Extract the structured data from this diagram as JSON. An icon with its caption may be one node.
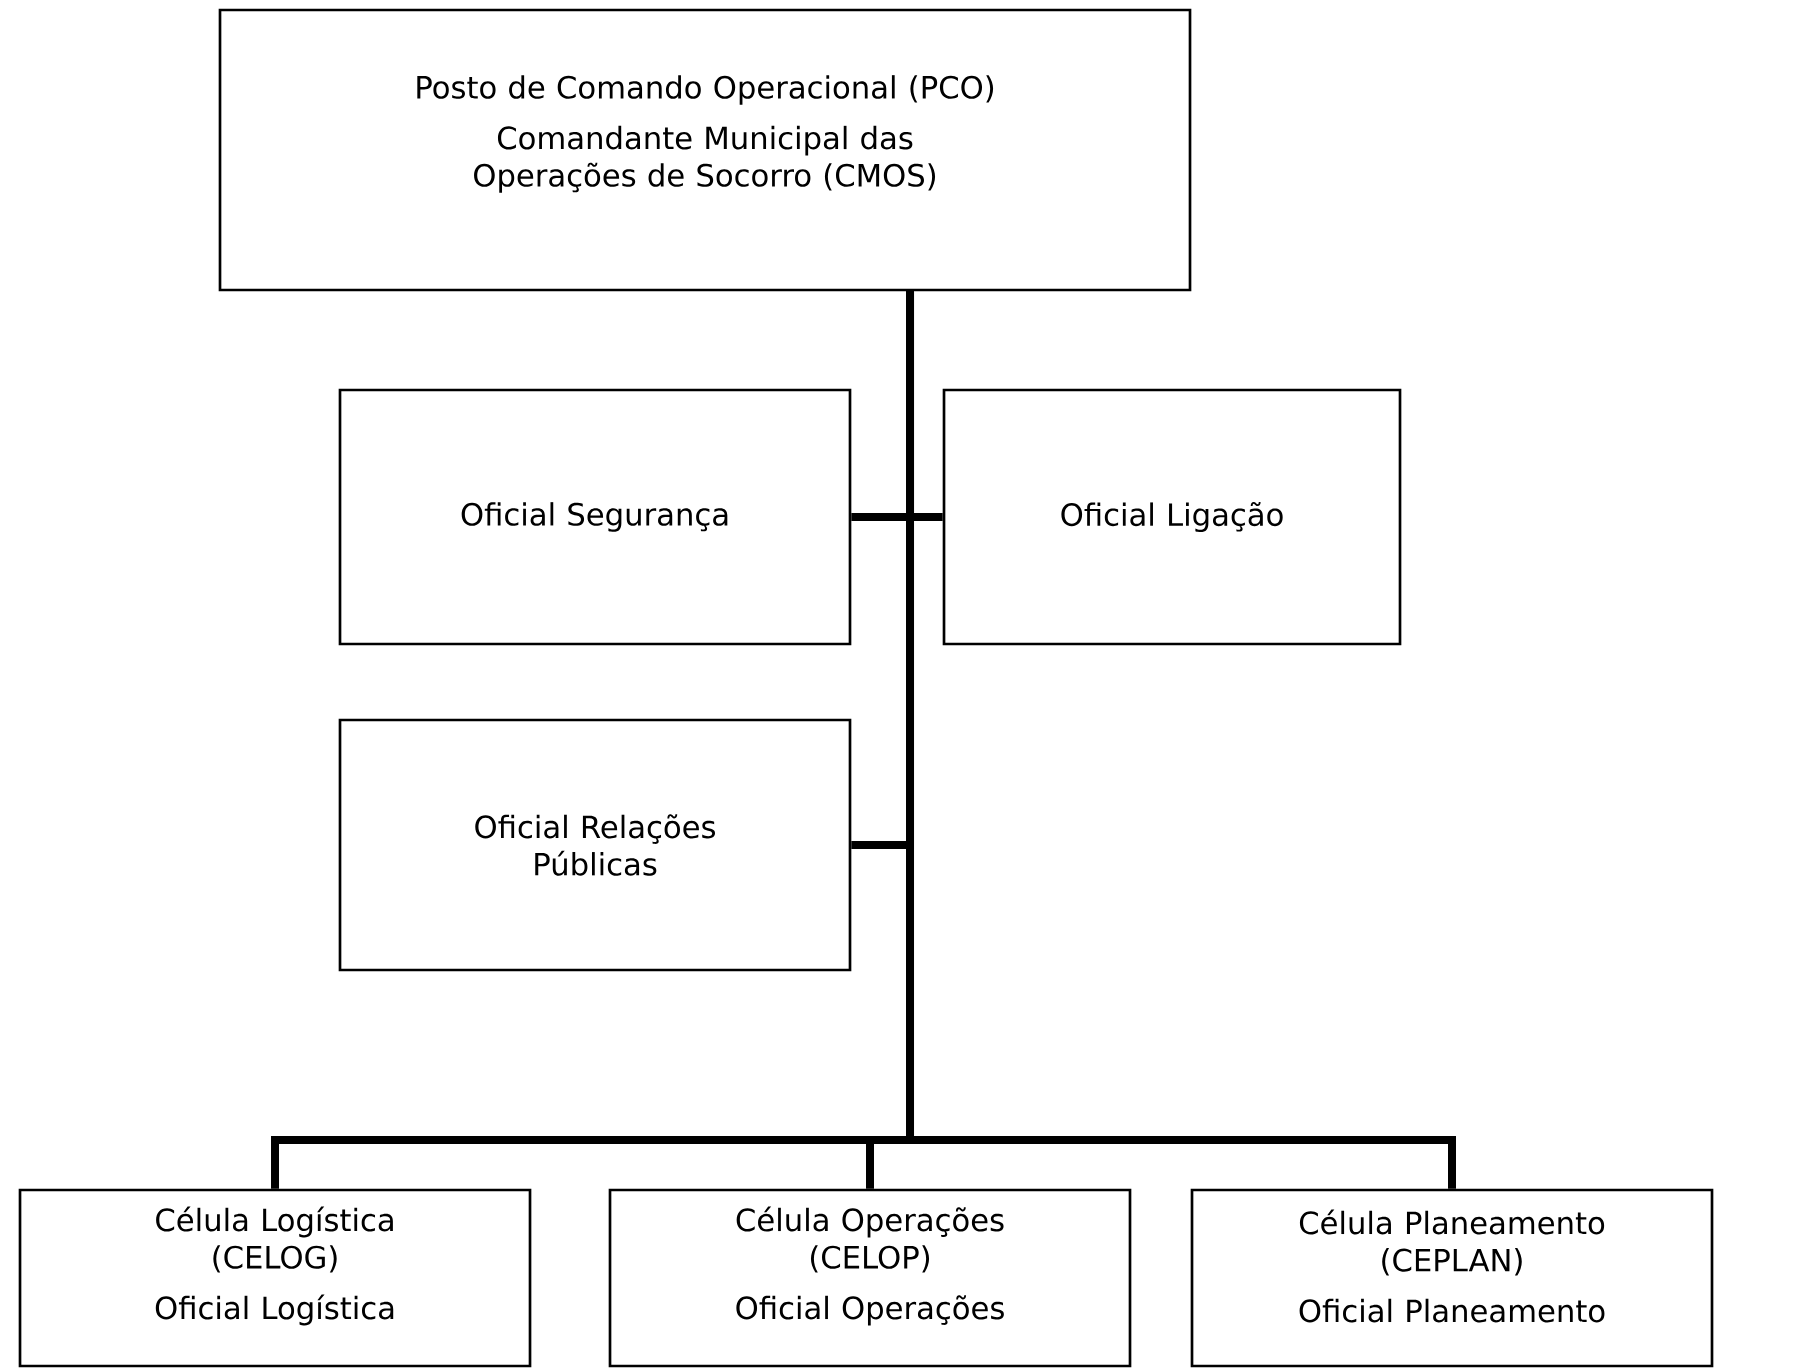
{
  "diagram": {
    "nodes": [
      {
        "text": [
          "Posto de Comando Operacional (PCO)",
          "Comandante Municipal das Operações de Socorro (CMOS)"
        ]
      },
      {
        "text": [
          "Oficial Segurança"
        ]
      },
      {
        "text": [
          "Oficial Ligação"
        ]
      },
      {
        "text": [
          "Oficial Relações Públicas"
        ]
      },
      {
        "text": [
          "Célula Logística (CELOG)",
          "Oficial Logística"
        ]
      },
      {
        "text": [
          "Célula Operações (CELOP)",
          "Oficial Operações"
        ]
      },
      {
        "text": [
          "Célula Planeamento (CEPLAN)",
          "Oficial Planeamento"
        ]
      }
    ],
    "edges": [
      {
        "from": 0,
        "to": 1,
        "arrow": "none"
      },
      {
        "from": 0,
        "to": 2,
        "arrow": "none"
      },
      {
        "from": 0,
        "to": 3,
        "arrow": "none"
      },
      {
        "from": 0,
        "to": 4,
        "arrow": "none"
      },
      {
        "from": 0,
        "to": 5,
        "arrow": "none"
      },
      {
        "from": 0,
        "to": 6,
        "arrow": "none"
      }
    ]
  }
}
